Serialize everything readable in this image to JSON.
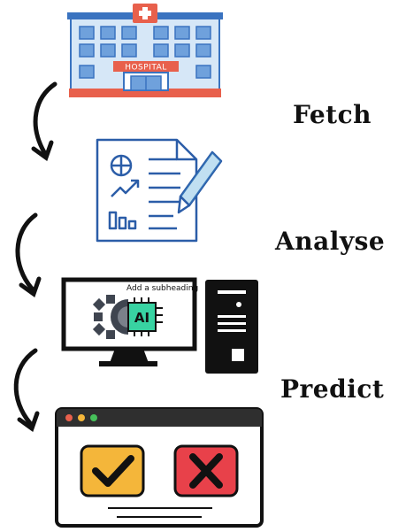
{
  "diagram": {
    "hospital": {
      "sign": "HOSPITAL"
    },
    "computer": {
      "chip_label": "AI",
      "screen_caption": "Add a subheading"
    },
    "steps": [
      {
        "label": "Fetch"
      },
      {
        "label": "Analyse"
      },
      {
        "label": "Predict"
      }
    ]
  },
  "colors": {
    "hospital_roof": "#3a73c0",
    "hospital_wall": "#d6e7f7",
    "hospital_sign": "#e8604c",
    "document_stroke": "#2b5da8",
    "pencil": "#4aa4d8",
    "ai_chip": "#38d3a2",
    "gear": "#3f4550",
    "accept": "#f4b63a",
    "reject": "#e8414a",
    "window_bar": "#2f2f2f"
  }
}
